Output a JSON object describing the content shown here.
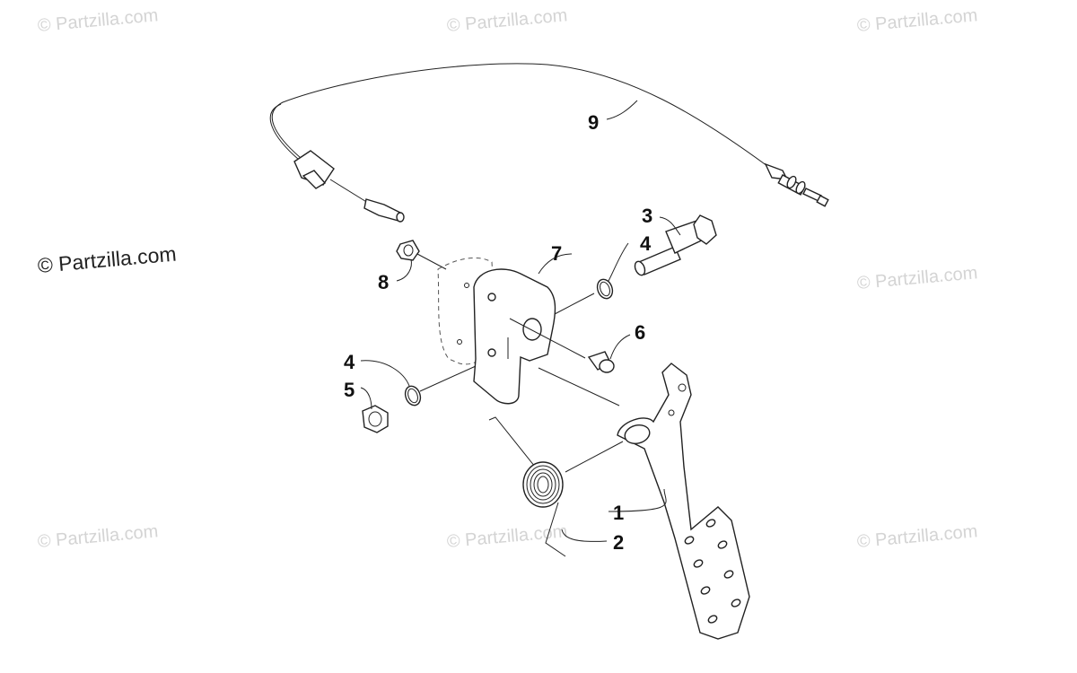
{
  "watermark": {
    "text": "© Partzilla.com",
    "color": "#d4d4d4"
  },
  "copyright_label": "© Partzilla.com",
  "callouts": {
    "c1": "1",
    "c2": "2",
    "c3": "3",
    "c4a": "4",
    "c4b": "4",
    "c5": "5",
    "c6": "6",
    "c7": "7",
    "c8": "8",
    "c9": "9"
  }
}
